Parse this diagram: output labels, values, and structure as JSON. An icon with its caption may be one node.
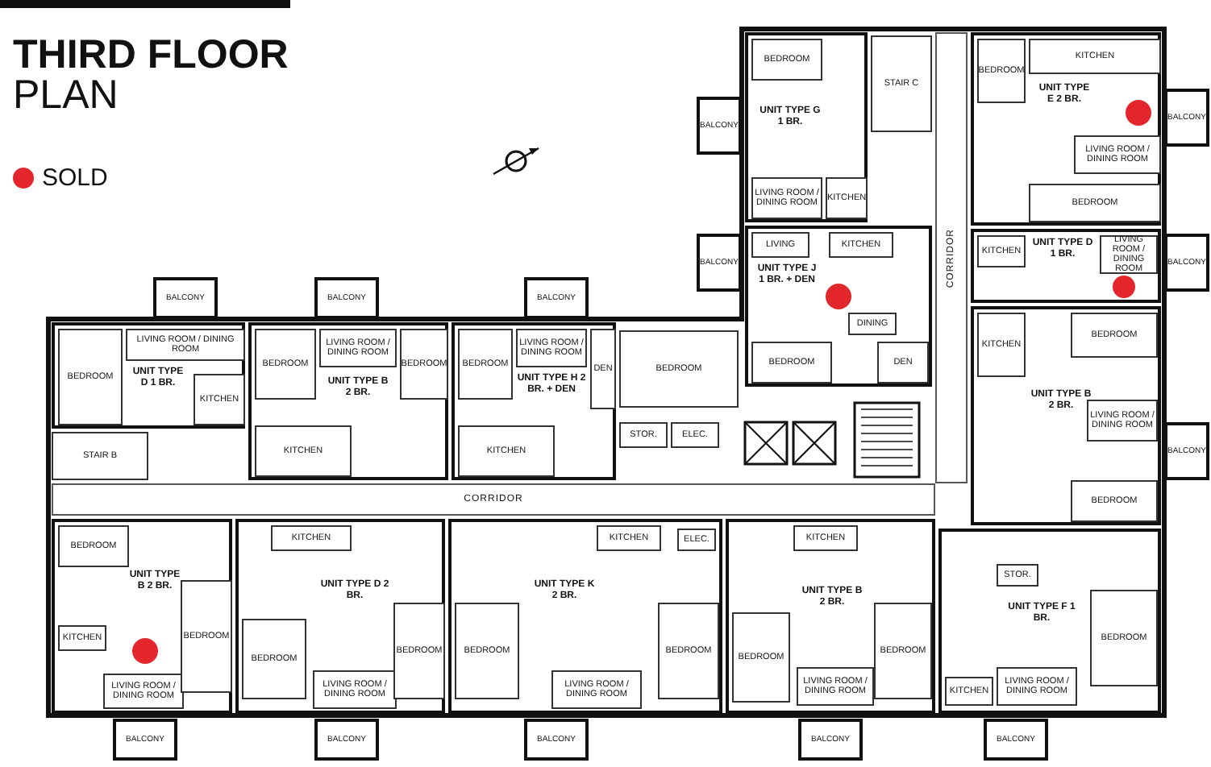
{
  "diagram": {
    "title": "**THIRD FLOOR** PLAN",
    "nodes": [
      {
        "text": [
          "UNIT TYPE D 1 BR."
        ]
      },
      {
        "text": [
          "BEDROOM"
        ],
        "in": 0
      },
      {
        "text": [
          "LIVING ROOM / DINING ROOM"
        ],
        "in": 0
      },
      {
        "text": [
          "KITCHEN"
        ],
        "in": 0
      },
      {
        "text": [
          "STAIR B"
        ]
      },
      {
        "text": [
          "BALCONY"
        ]
      },
      {
        "text": [
          "UNIT TYPE B 2 BR."
        ]
      },
      {
        "text": [
          "BEDROOM"
        ],
        "in": 6
      },
      {
        "text": [
          "LIVING ROOM / DINING ROOM"
        ],
        "in": 6
      },
      {
        "text": [
          "BEDROOM"
        ],
        "in": 6
      },
      {
        "text": [
          "KITCHEN"
        ],
        "in": 6
      },
      {
        "text": [
          "BALCONY"
        ]
      },
      {
        "text": [
          "UNIT TYPE H 2 BR. + DEN"
        ]
      },
      {
        "text": [
          "BEDROOM"
        ],
        "in": 12
      },
      {
        "text": [
          "LIVING ROOM / DINING ROOM"
        ],
        "in": 12
      },
      {
        "text": [
          "DEN"
        ],
        "in": 12
      },
      {
        "text": [
          "KITCHEN"
        ],
        "in": 12
      },
      {
        "text": [
          "BALCONY"
        ]
      },
      {
        "text": [
          "BEDROOM"
        ]
      },
      {
        "text": [
          "STOR."
        ]
      },
      {
        "text": [
          "ELEC."
        ]
      },
      {
        "text": [
          "CORRIDOR"
        ]
      },
      {
        "text": [
          "CORRIDOR"
        ]
      },
      {
        "text": [
          "UNIT TYPE G 1 BR."
        ]
      },
      {
        "text": [
          "BEDROOM"
        ],
        "in": 23
      },
      {
        "text": [
          "LIVING ROOM / DINING ROOM"
        ],
        "in": 23
      },
      {
        "text": [
          "KITCHEN"
        ],
        "in": 23
      },
      {
        "text": [
          "STAIR C"
        ]
      },
      {
        "text": [
          "BALCONY"
        ]
      },
      {
        "text": [
          "UNIT TYPE E 2 BR."
        ]
      },
      {
        "text": [
          "BEDROOM"
        ],
        "in": 29
      },
      {
        "text": [
          "KITCHEN"
        ],
        "in": 29
      },
      {
        "text": [
          "LIVING ROOM / DINING ROOM"
        ],
        "in": 29
      },
      {
        "text": [
          "BEDROOM"
        ],
        "in": 29
      },
      {
        "text": [],
        "shape": "circle",
        "in": 29
      },
      {
        "text": [
          "BALCONY"
        ]
      },
      {
        "text": [
          "UNIT TYPE D 1 BR."
        ]
      },
      {
        "text": [
          "KITCHEN"
        ],
        "in": 36
      },
      {
        "text": [
          "LIVING ROOM / DINING ROOM"
        ],
        "in": 36
      },
      {
        "text": [],
        "shape": "circle",
        "in": 36
      },
      {
        "text": [
          "BALCONY"
        ]
      },
      {
        "text": [
          "UNIT TYPE J 1 BR. + DEN"
        ]
      },
      {
        "text": [
          "LIVING"
        ],
        "in": 41
      },
      {
        "text": [
          "KITCHEN"
        ],
        "in": 41
      },
      {
        "text": [
          "DINING"
        ],
        "in": 41
      },
      {
        "text": [
          "BEDROOM"
        ],
        "in": 41
      },
      {
        "text": [
          "DEN"
        ],
        "in": 41
      },
      {
        "text": [],
        "shape": "circle",
        "in": 41
      },
      {
        "text": [
          "BALCONY"
        ]
      },
      {
        "text": [
          "UNIT TYPE B 2 BR."
        ]
      },
      {
        "text": [
          "KITCHEN"
        ],
        "in": 49
      },
      {
        "text": [
          "BEDROOM"
        ],
        "in": 49
      },
      {
        "text": [
          "LIVING ROOM / DINING ROOM"
        ],
        "in": 49
      },
      {
        "text": [
          "BEDROOM"
        ],
        "in": 49
      },
      {
        "text": [
          "BALCONY"
        ]
      },
      {
        "text": [
          "UNIT TYPE B 2 BR."
        ]
      },
      {
        "text": [
          "BEDROOM"
        ],
        "in": 55
      },
      {
        "text": [
          "KITCHEN"
        ],
        "in": 55
      },
      {
        "text": [
          "LIVING ROOM / DINING ROOM"
        ],
        "in": 55
      },
      {
        "text": [
          "BEDROOM"
        ],
        "in": 55
      },
      {
        "text": [],
        "shape": "circle",
        "in": 55
      },
      {
        "text": [
          "BALCONY"
        ]
      },
      {
        "text": [
          "UNIT TYPE D 2 BR."
        ]
      },
      {
        "text": [
          "KITCHEN"
        ],
        "in": 62
      },
      {
        "text": [
          "BEDROOM"
        ],
        "in": 62
      },
      {
        "text": [
          "LIVING ROOM / DINING ROOM"
        ],
        "in": 62
      },
      {
        "text": [
          "BEDROOM"
        ],
        "in": 62
      },
      {
        "text": [
          "BALCONY"
        ]
      },
      {
        "text": [
          "UNIT TYPE K 2 BR."
        ]
      },
      {
        "text": [
          "BEDROOM"
        ],
        "in": 68
      },
      {
        "text": [
          "KITCHEN"
        ],
        "in": 68
      },
      {
        "text": [
          "ELEC."
        ],
        "in": 68
      },
      {
        "text": [
          "LIVING ROOM / DINING ROOM"
        ],
        "in": 68
      },
      {
        "text": [
          "BEDROOM"
        ],
        "in": 68
      },
      {
        "text": [
          "BALCONY"
        ]
      },
      {
        "text": [
          "UNIT TYPE B 2 BR."
        ]
      },
      {
        "text": [
          "KITCHEN"
        ],
        "in": 75
      },
      {
        "text": [
          "BEDROOM"
        ],
        "in": 75
      },
      {
        "text": [
          "LIVING ROOM / DINING ROOM"
        ],
        "in": 75
      },
      {
        "text": [
          "BEDROOM"
        ],
        "in": 75
      },
      {
        "text": [
          "BALCONY"
        ]
      },
      {
        "text": [
          "UNIT TYPE F 1 BR."
        ]
      },
      {
        "text": [
          "STOR."
        ],
        "in": 81
      },
      {
        "text": [
          "LIVING ROOM / DINING ROOM"
        ],
        "in": 81
      },
      {
        "text": [
          "BEDROOM"
        ],
        "in": 81
      },
      {
        "text": [
          "KITCHEN"
        ],
        "in": 81
      },
      {
        "text": [
          "BALCONY"
        ]
      }
    ],
    "legend": [
      {
        "text": "SOLD",
        "color": "#e3262b"
      }
    ]
  }
}
